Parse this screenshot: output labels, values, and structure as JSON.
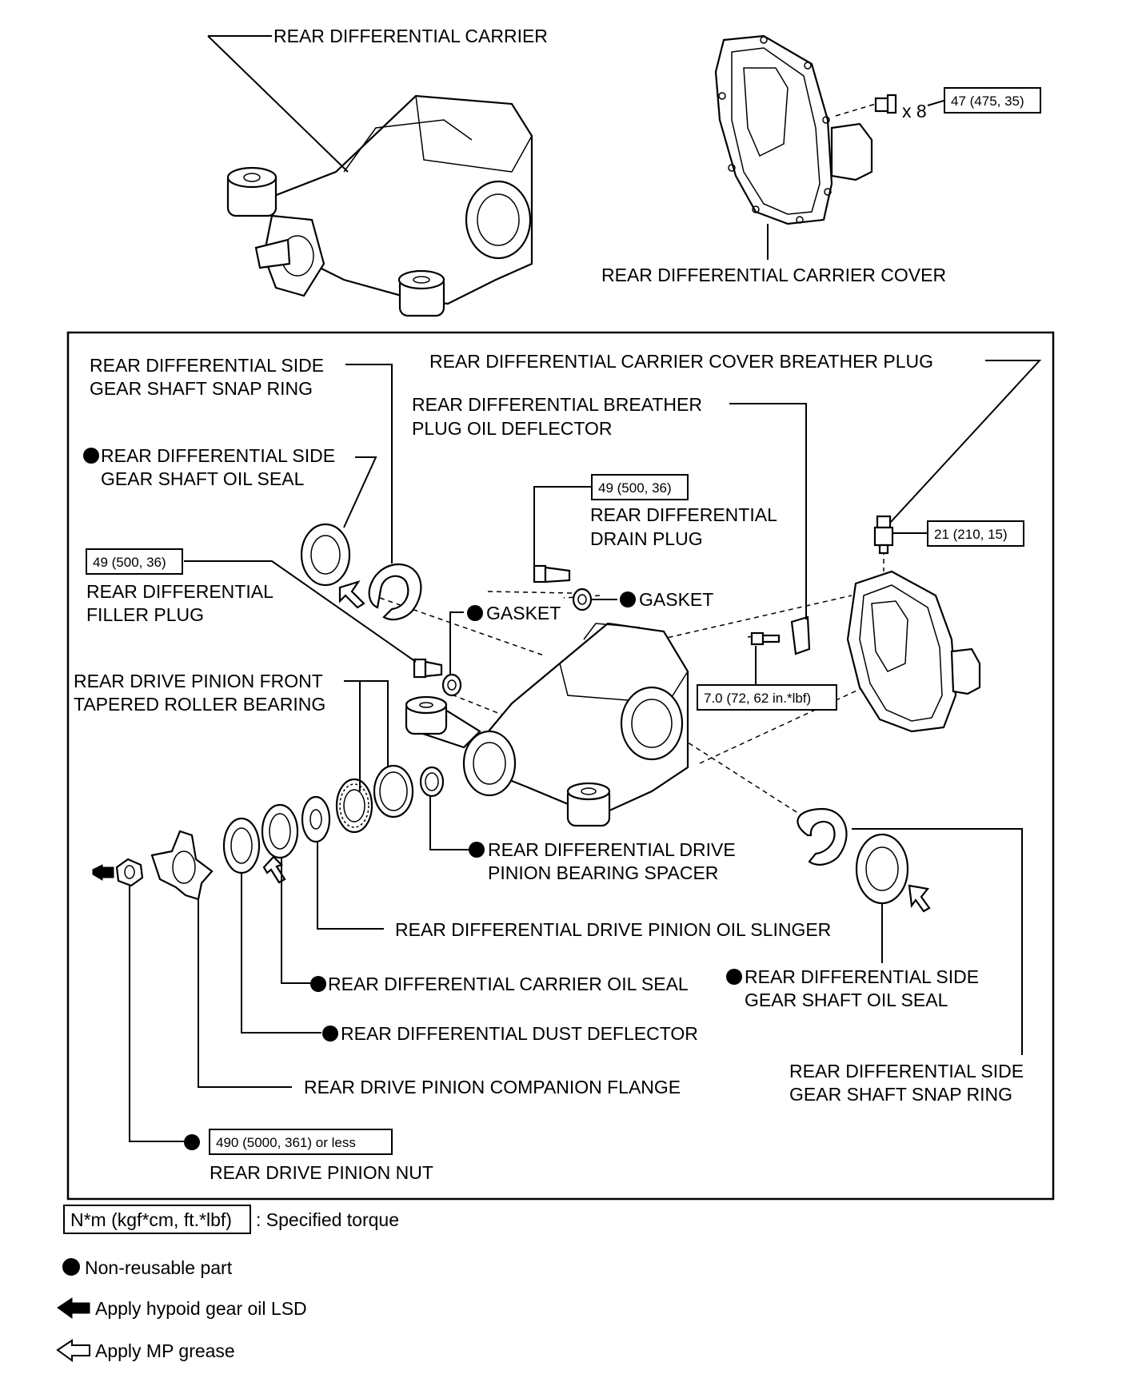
{
  "top": {
    "carrier": "REAR DIFFERENTIAL CARRIER",
    "cover": "REAR DIFFERENTIAL CARRIER COVER",
    "cover_bolt_qty": "x 8",
    "cover_bolt_torque": "47 (475, 35)"
  },
  "labels": {
    "snap_ring_left": [
      "REAR DIFFERENTIAL SIDE",
      "GEAR SHAFT SNAP RING"
    ],
    "oil_seal_left": [
      "REAR DIFFERENTIAL SIDE",
      "GEAR SHAFT OIL SEAL"
    ],
    "filler_plug": [
      "REAR DIFFERENTIAL",
      "FILLER PLUG"
    ],
    "filler_plug_torque": "49 (500, 36)",
    "breather_plug": "REAR DIFFERENTIAL CARRIER COVER BREATHER PLUG",
    "breather_plug_torque": "21 (210, 15)",
    "breather_deflector": [
      "REAR DIFFERENTIAL BREATHER",
      "PLUG OIL DEFLECTOR"
    ],
    "drain_plug": [
      "REAR DIFFERENTIAL",
      "DRAIN PLUG"
    ],
    "drain_plug_torque": "49 (500, 36)",
    "gasket_upper": "GASKET",
    "gasket_lower": "GASKET",
    "deflector_bolt_torque": "7.0 (72, 62 in.*lbf)",
    "front_bearing": [
      "REAR DRIVE PINION FRONT",
      "TAPERED ROLLER BEARING"
    ],
    "bearing_spacer": [
      "REAR DIFFERENTIAL DRIVE",
      "PINION BEARING SPACER"
    ],
    "oil_slinger": "REAR DIFFERENTIAL DRIVE PINION OIL SLINGER",
    "carrier_oil_seal": "REAR DIFFERENTIAL CARRIER OIL SEAL",
    "dust_deflector": "REAR DIFFERENTIAL DUST DEFLECTOR",
    "companion_flange": "REAR DRIVE PINION COMPANION FLANGE",
    "pinion_nut": "REAR DRIVE PINION NUT",
    "pinion_nut_torque": "490 (5000, 361) or less",
    "oil_seal_right": [
      "REAR DIFFERENTIAL SIDE",
      "GEAR SHAFT OIL SEAL"
    ],
    "snap_ring_right": [
      "REAR DIFFERENTIAL SIDE",
      "GEAR SHAFT SNAP RING"
    ]
  },
  "legend": {
    "torque_box": "N*m (kgf*cm, ft.*lbf)",
    "torque_text": ": Specified torque",
    "non_reusable": "Non-reusable part",
    "hypoid": "Apply hypoid gear oil LSD",
    "mp_grease": "Apply MP grease"
  }
}
